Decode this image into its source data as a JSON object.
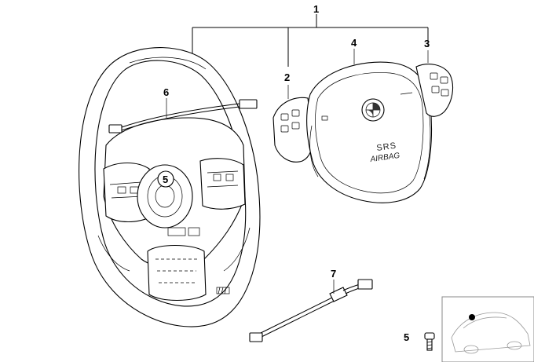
{
  "callouts": {
    "c1": "1",
    "c2": "2",
    "c3": "3",
    "c4": "4",
    "c5": "5",
    "c6": "6",
    "c7": "7",
    "c5_bolt": "5"
  },
  "airbag_cover": {
    "line1": "SRS",
    "line2": "AIRBAG"
  }
}
